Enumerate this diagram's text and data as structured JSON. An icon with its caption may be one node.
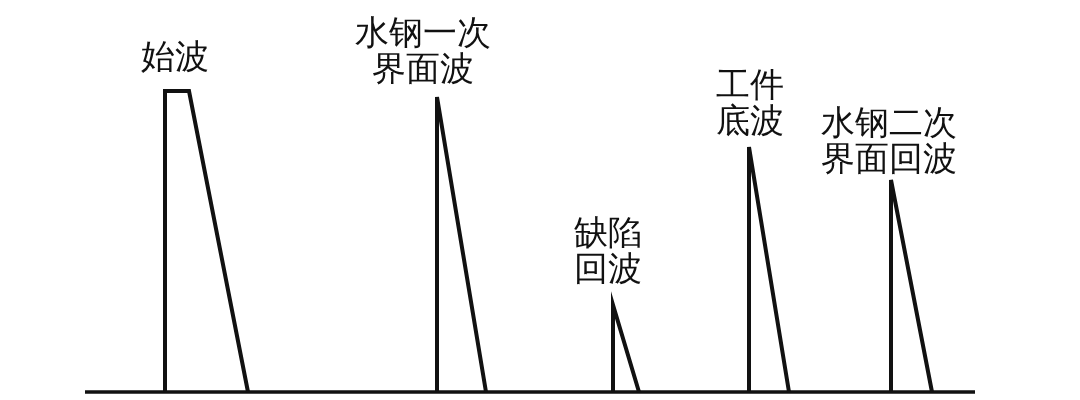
{
  "diagram": {
    "labels": [
      "始波",
      "水钢一次界面波",
      "缺陷回波",
      "工件底波",
      "水钢二次界面回波"
    ]
  }
}
